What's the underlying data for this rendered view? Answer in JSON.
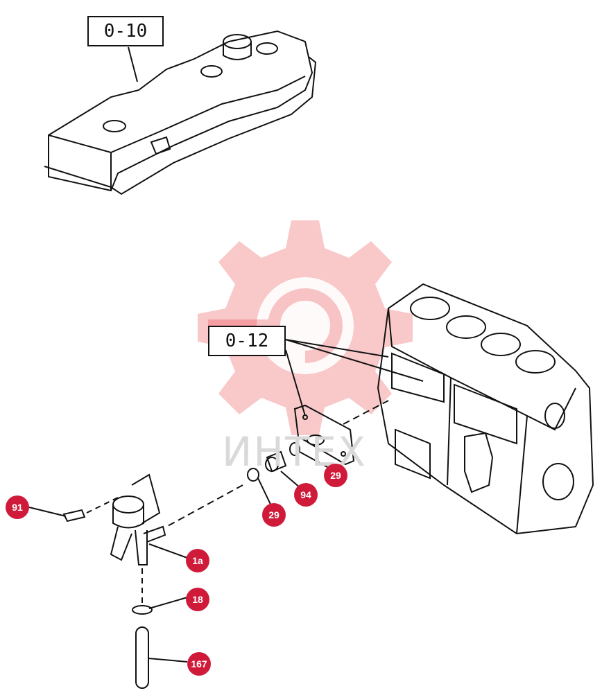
{
  "reference_boxes": [
    {
      "id": "valve-cover-ref",
      "label": "0-10"
    },
    {
      "id": "cylinder-block-ref",
      "label": "0-12"
    }
  ],
  "callouts": [
    {
      "id": "part-91",
      "label": "91"
    },
    {
      "id": "part-1a",
      "label": "1a"
    },
    {
      "id": "part-18",
      "label": "18"
    },
    {
      "id": "part-167",
      "label": "167"
    },
    {
      "id": "part-29-lower",
      "label": "29"
    },
    {
      "id": "part-94",
      "label": "94"
    },
    {
      "id": "part-29-upper",
      "label": "29"
    }
  ],
  "watermark": {
    "text": "ИНТЕХ",
    "color": "#e8383d"
  },
  "colors": {
    "callout": "#d01a3a",
    "line": "#111111"
  }
}
